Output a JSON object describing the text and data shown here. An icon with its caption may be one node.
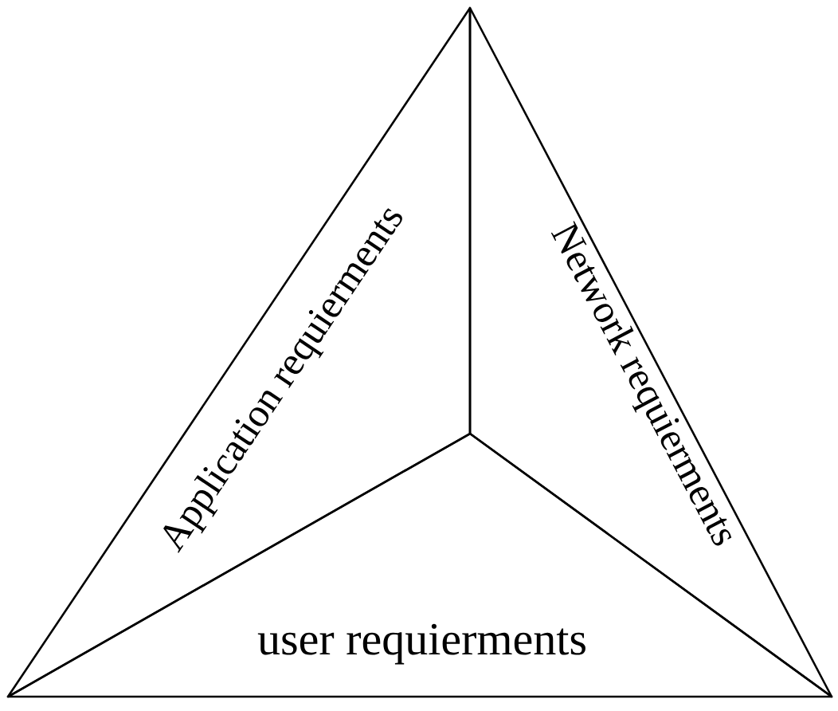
{
  "diagram": {
    "nodes": [
      {
        "text": [
          "Application requierments"
        ]
      },
      {
        "text": [
          "Network requierments"
        ]
      },
      {
        "text": [
          "user requierments"
        ]
      }
    ]
  }
}
